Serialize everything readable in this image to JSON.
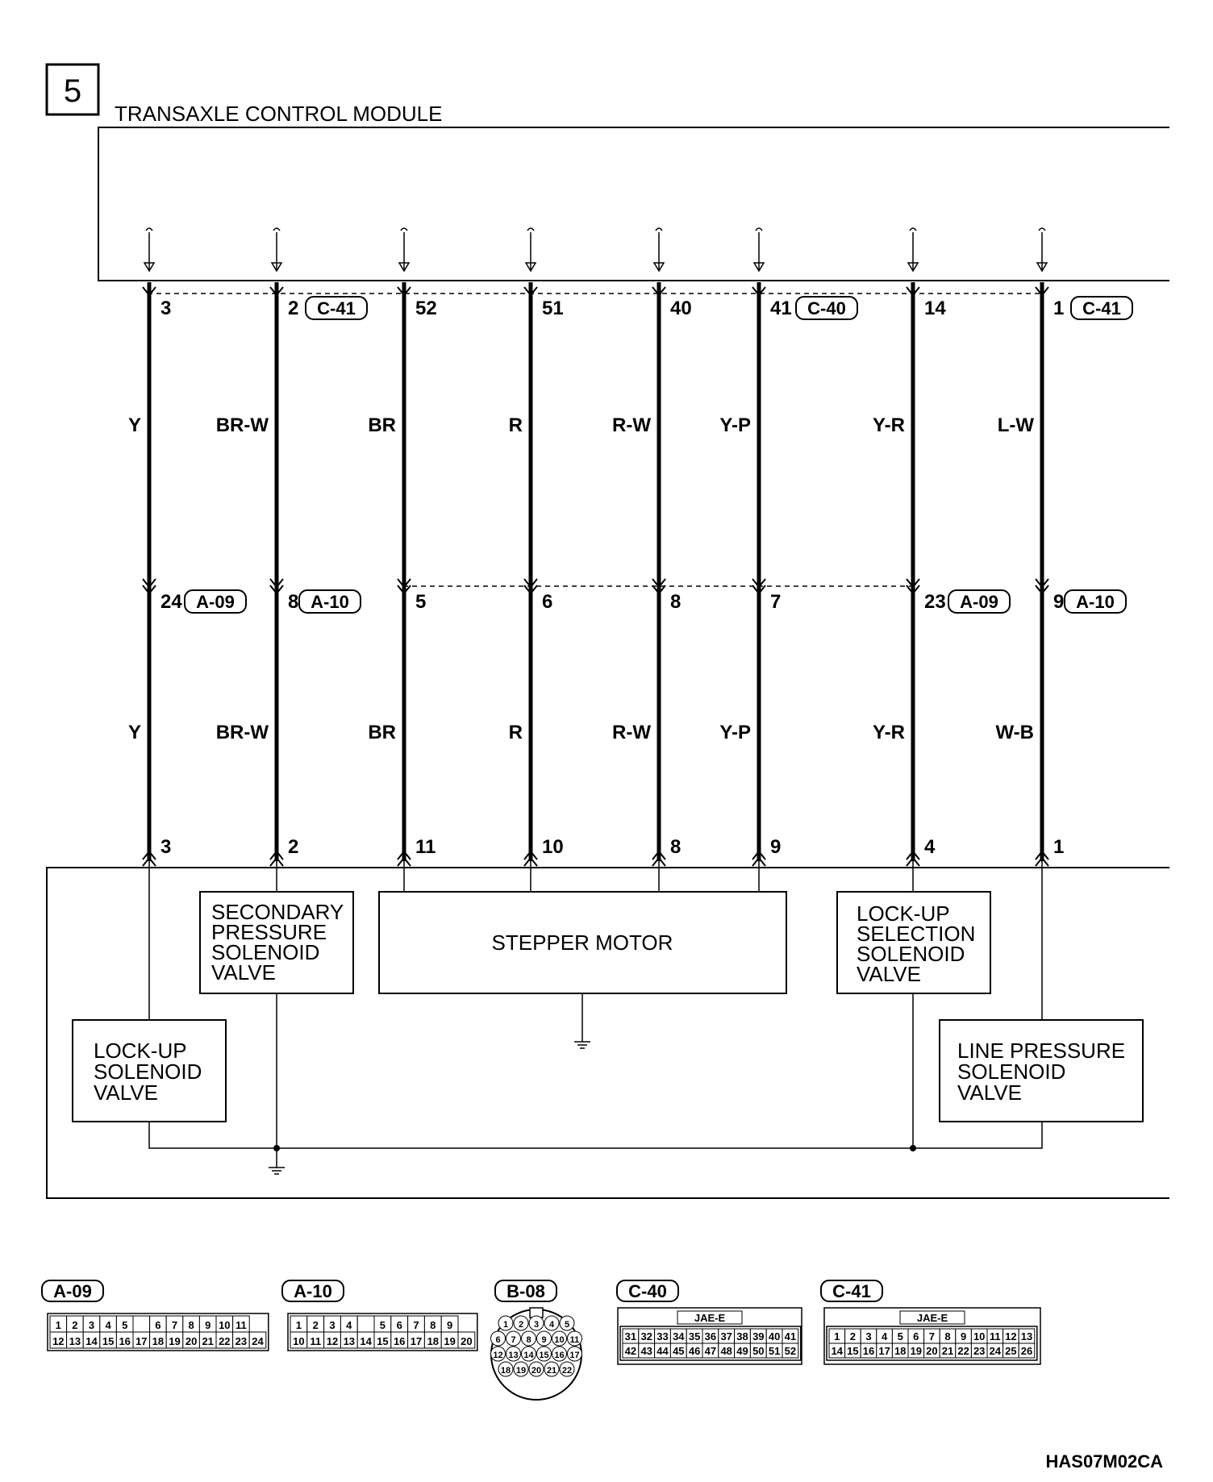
{
  "section_number": "5",
  "module_title": "TRANSAXLE CONTROL MODULE",
  "wires": [
    {
      "top_pin": "3",
      "top_conn": "",
      "upper_color": "Y",
      "mid_pin": "24",
      "mid_conn": "A-09",
      "lower_color": "Y",
      "bottom_pin": "3"
    },
    {
      "top_pin": "2",
      "top_conn": "C-41",
      "upper_color": "BR-W",
      "mid_pin": "8",
      "mid_conn": "A-10",
      "lower_color": "BR-W",
      "bottom_pin": "2"
    },
    {
      "top_pin": "52",
      "top_conn": "",
      "upper_color": "BR",
      "mid_pin": "5",
      "mid_conn": "",
      "lower_color": "BR",
      "bottom_pin": "11"
    },
    {
      "top_pin": "51",
      "top_conn": "",
      "upper_color": "R",
      "mid_pin": "6",
      "mid_conn": "",
      "lower_color": "R",
      "bottom_pin": "10"
    },
    {
      "top_pin": "40",
      "top_conn": "",
      "upper_color": "R-W",
      "mid_pin": "8",
      "mid_conn": "",
      "lower_color": "R-W",
      "bottom_pin": "8"
    },
    {
      "top_pin": "41",
      "top_conn": "C-40",
      "upper_color": "Y-P",
      "mid_pin": "7",
      "mid_conn": "",
      "lower_color": "Y-P",
      "bottom_pin": "9"
    },
    {
      "top_pin": "14",
      "top_conn": "",
      "upper_color": "Y-R",
      "mid_pin": "23",
      "mid_conn": "A-09",
      "lower_color": "Y-R",
      "bottom_pin": "4"
    },
    {
      "top_pin": "1",
      "top_conn": "C-41",
      "upper_color": "L-W",
      "mid_pin": "9",
      "mid_conn": "A-10",
      "lower_color": "W-B",
      "bottom_pin": "1"
    }
  ],
  "components": {
    "secondary_pressure": [
      "SECONDARY",
      "PRESSURE",
      "SOLENOID",
      "VALVE"
    ],
    "stepper_motor": [
      "STEPPER MOTOR"
    ],
    "lockup_selection": [
      "LOCK-UP",
      "SELECTION",
      "SOLENOID",
      "VALVE"
    ],
    "lockup": [
      "LOCK-UP",
      "SOLENOID",
      "VALVE"
    ],
    "line_pressure": [
      "LINE PRESSURE",
      "SOLENOID",
      "VALVE"
    ]
  },
  "connectors": {
    "a09": {
      "label": "A-09",
      "row1": [
        "1",
        "2",
        "3",
        "4",
        "5",
        "",
        "6",
        "7",
        "8",
        "9",
        "10",
        "11"
      ],
      "row2": [
        "12",
        "13",
        "14",
        "15",
        "16",
        "17",
        "18",
        "19",
        "20",
        "21",
        "22",
        "23",
        "24"
      ]
    },
    "a10": {
      "label": "A-10",
      "row1": [
        "1",
        "2",
        "3",
        "4",
        "",
        "5",
        "6",
        "7",
        "8",
        "9"
      ],
      "row2": [
        "10",
        "11",
        "12",
        "13",
        "14",
        "15",
        "16",
        "17",
        "18",
        "19",
        "20"
      ]
    },
    "b08": {
      "label": "B-08",
      "rows": [
        [
          "1",
          "2",
          "3",
          "4",
          "5"
        ],
        [
          "6",
          "7",
          "8",
          "9",
          "10",
          "11"
        ],
        [
          "12",
          "13",
          "14",
          "15",
          "16",
          "17"
        ],
        [
          "18",
          "19",
          "20",
          "21",
          "22"
        ]
      ]
    },
    "c40": {
      "label": "C-40",
      "type": "JAE-E",
      "row1": [
        "31",
        "32",
        "33",
        "34",
        "35",
        "36",
        "37",
        "38",
        "39",
        "40",
        "41"
      ],
      "row2": [
        "42",
        "43",
        "44",
        "45",
        "46",
        "47",
        "48",
        "49",
        "50",
        "51",
        "52"
      ]
    },
    "c41": {
      "label": "C-41",
      "type": "JAE-E",
      "row1": [
        "1",
        "2",
        "3",
        "4",
        "5",
        "6",
        "7",
        "8",
        "9",
        "10",
        "11",
        "12",
        "13"
      ],
      "row2": [
        "14",
        "15",
        "16",
        "17",
        "18",
        "19",
        "20",
        "21",
        "22",
        "23",
        "24",
        "25",
        "26"
      ]
    }
  },
  "figure_code": "HAS07M02CA"
}
